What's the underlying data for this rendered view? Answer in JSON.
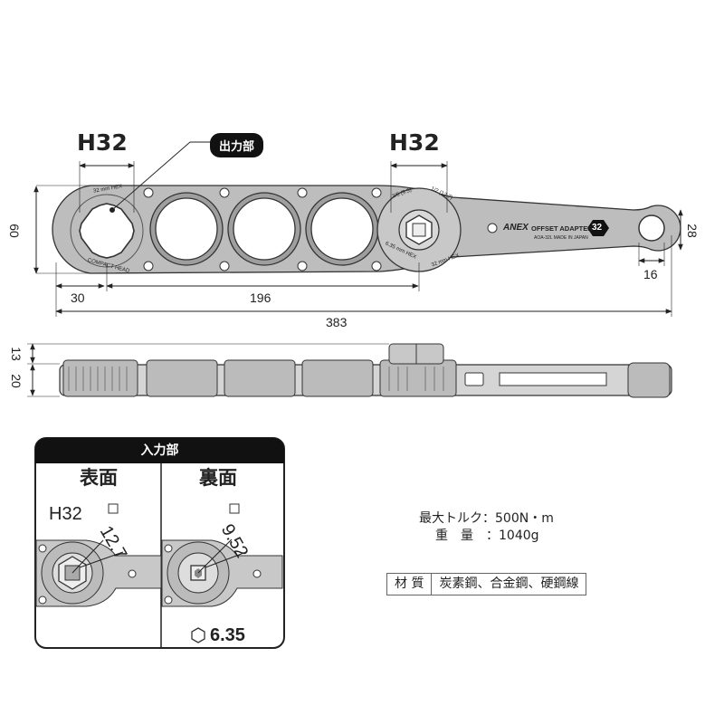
{
  "labels": {
    "h32_left": "H32",
    "h32_right": "H32",
    "output_label": "出力部",
    "input_label": "入力部",
    "front_label": "表面",
    "back_label": "裏面"
  },
  "dimensions": {
    "height_60": "60",
    "width_30": "30",
    "length_196": "196",
    "total_383": "383",
    "height_28": "28",
    "width_16": "16",
    "side_13": "13",
    "side_20": "20"
  },
  "tool_markings": {
    "brand": "ANEX",
    "product": "OFFSET ADAPTER",
    "size_badge": "32",
    "model": "AOA-32L  MADE IN JAPAN",
    "compact_head": "COMPACT HEAD",
    "hex32_left": "32 mm HEX",
    "hex32_right": "32 mm HEX",
    "square_38": "3/8 (9.5)",
    "square_12": "1/2 (12.7)",
    "hex_635": "6.35 mm HEX"
  },
  "inset": {
    "front_hex": "H32",
    "front_square": "12.7",
    "back_square": "9.52",
    "back_hex": "6.35"
  },
  "specs": {
    "torque_label": "最大トルク：500N・m",
    "weight_label": "重　量　：1040g"
  },
  "material": {
    "label": "材 質",
    "value": "炭素鋼、合金鋼、硬鋼線"
  },
  "colors": {
    "metal": "#bdbdbd",
    "metal_dark": "#6e6e6e",
    "ink": "#222222",
    "pill": "#111111"
  }
}
